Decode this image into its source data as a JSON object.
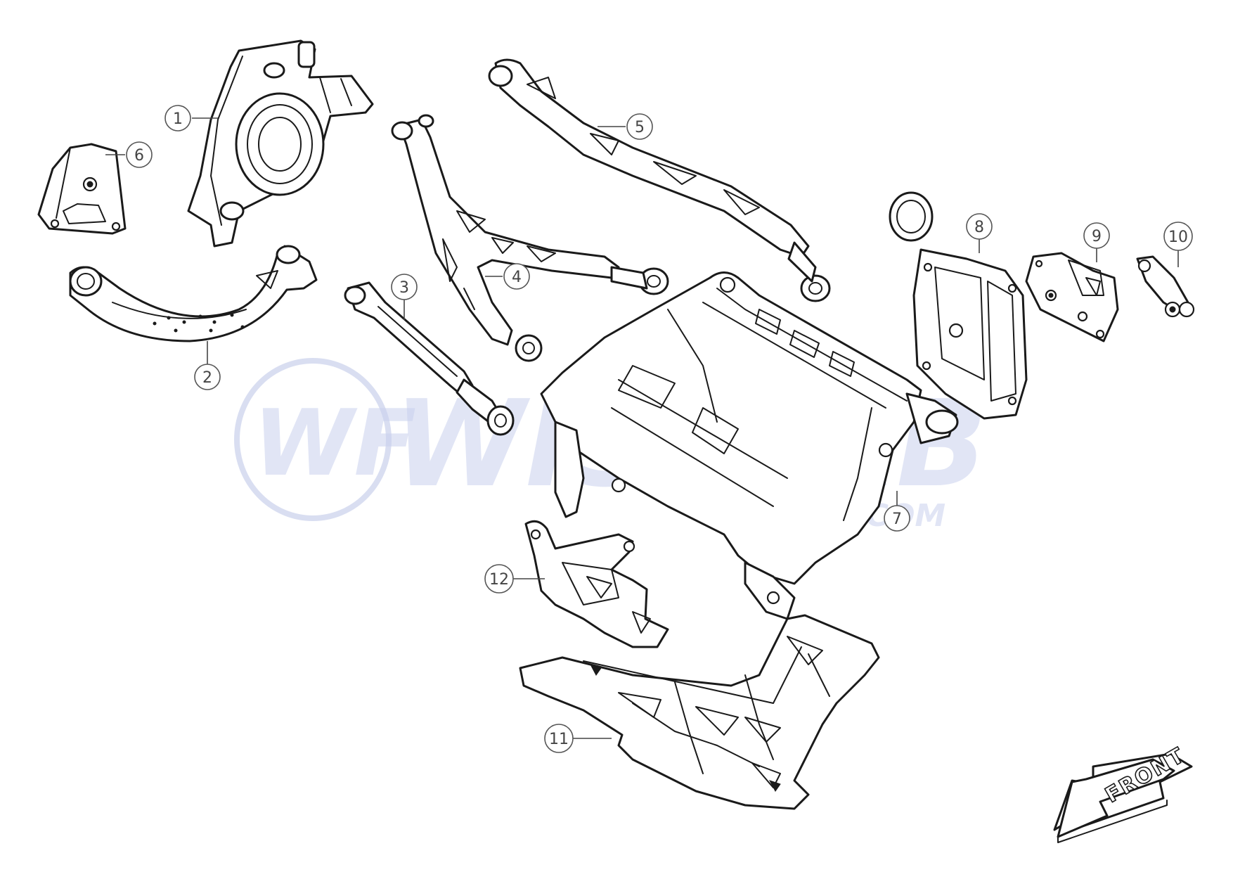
{
  "diagram": {
    "callouts": [
      {
        "id": "1"
      },
      {
        "id": "2"
      },
      {
        "id": "3"
      },
      {
        "id": "4"
      },
      {
        "id": "5"
      },
      {
        "id": "6"
      },
      {
        "id": "7"
      },
      {
        "id": "8"
      },
      {
        "id": "9"
      },
      {
        "id": "10"
      },
      {
        "id": "11"
      },
      {
        "id": "12"
      }
    ],
    "front_label": "FRONT",
    "watermark": {
      "logo_text": "WF",
      "brand_text": "WISEFAB",
      "domain_text": ".COM"
    }
  },
  "colors": {
    "line": "#1a1a1a",
    "callout": "#444444",
    "watermark": "#b9c3e6",
    "background": "#ffffff"
  }
}
